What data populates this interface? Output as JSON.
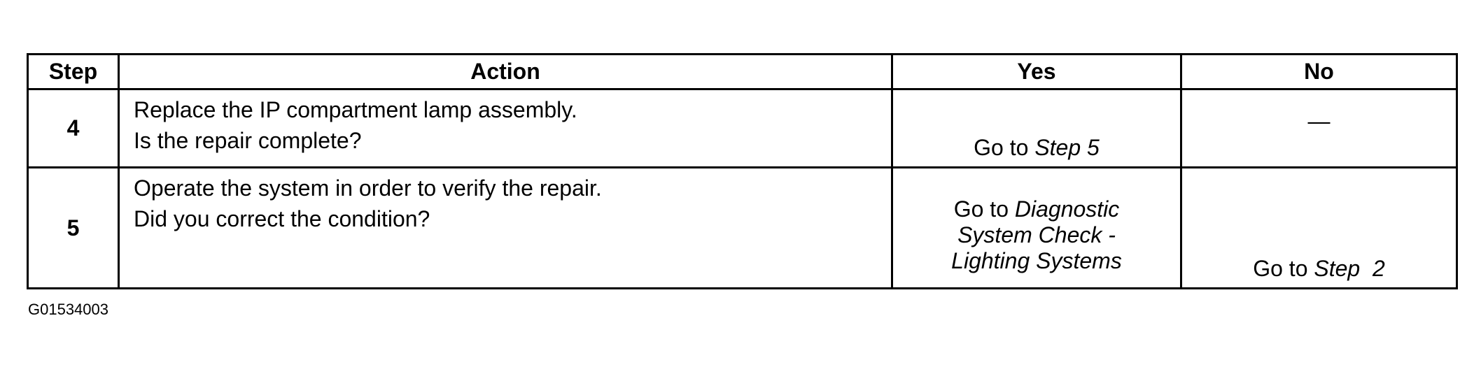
{
  "table": {
    "headers": {
      "step": "Step",
      "action": "Action",
      "yes": "Yes",
      "no": "No"
    },
    "rows": [
      {
        "step": "4",
        "action": [
          "Replace the IP compartment lamp assembly.",
          "Is the repair complete?"
        ],
        "yes": {
          "prefix": "Go to ",
          "ref": "Step 5"
        },
        "no": "—"
      },
      {
        "step": "5",
        "action": [
          "Operate the system in order to verify the repair.",
          "Did you correct the condition?"
        ],
        "yes": {
          "prefix": "Go to ",
          "ref_line1": "Diagnostic",
          "ref_line2": "System Check -",
          "ref_line3": "Lighting Systems"
        },
        "no": {
          "prefix": "Go to ",
          "ref": "Step  2"
        }
      }
    ]
  },
  "footer": {
    "figure_id": "G01534003"
  }
}
